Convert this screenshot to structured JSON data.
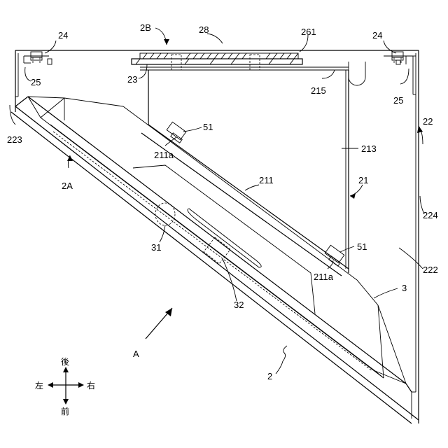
{
  "labels": {
    "l_2b": "2B",
    "l_28": "28",
    "l_261": "261",
    "l_24_left": "24",
    "l_24_right": "24",
    "l_25_left": "25",
    "l_25_right": "25",
    "l_23": "23",
    "l_215": "215",
    "l_223": "223",
    "l_22": "22",
    "l_51_top": "51",
    "l_211a_top": "211a",
    "l_213": "213",
    "l_2a": "2A",
    "l_211": "211",
    "l_21": "21",
    "l_224": "224",
    "l_31": "31",
    "l_51_bottom": "51",
    "l_211a_bottom": "211a",
    "l_222": "222",
    "l_3": "3",
    "l_32": "32",
    "l_a": "A",
    "l_2": "2"
  },
  "compass": {
    "rear": "後",
    "left": "左",
    "right": "右",
    "front": "前"
  }
}
